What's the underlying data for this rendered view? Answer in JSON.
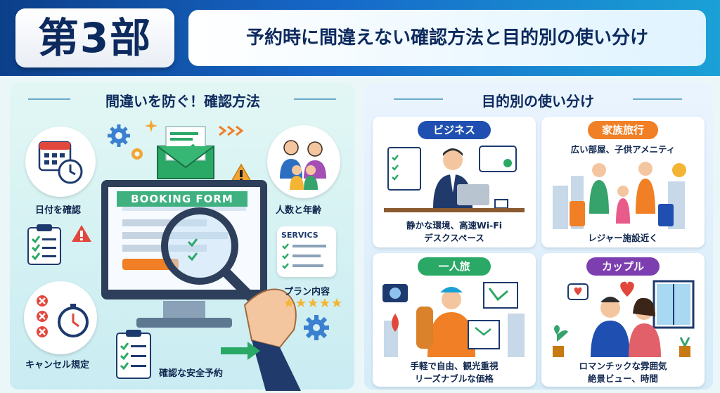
{
  "header": {
    "badge": "第3部",
    "title": "予約時に間違えない確認方法と目的別の使い分け"
  },
  "left": {
    "title": "間違いを防ぐ！確認方法",
    "labels": {
      "date": "日付を確認",
      "people": "人数と年齢",
      "plan": "プラン内容",
      "cancel": "キャンセル規定",
      "safe": "確認な安全予約"
    },
    "monitor_banner": "BOOKING FORM",
    "services_card": "SERVICS"
  },
  "right": {
    "title": "目的別の使い分け",
    "cards": [
      {
        "key": "business",
        "label": "ビジネス",
        "desc1": "静かな環境、高速Wi-Fi",
        "desc2": "デスクスペース",
        "color": "#1f4fb0"
      },
      {
        "key": "family",
        "label": "家族旅行",
        "desc1": "広い部屋、子供アメニティ",
        "desc2": "レジャー施設近く",
        "color": "#f07f25"
      },
      {
        "key": "solo",
        "label": "一人旅",
        "desc1": "手軽で自由、観光重視",
        "desc2": "リーズナブルな価格",
        "color": "#2aa865"
      },
      {
        "key": "couple",
        "label": "カップル",
        "desc1": "ロマンチックな雰囲気",
        "desc2": "絶景ビュー、時間",
        "color": "#7d3fb0"
      }
    ]
  },
  "colors": {
    "navy": "#0d2a5e",
    "accent": "#1aa1d6",
    "green": "#2aa865",
    "orange": "#f07f25",
    "purple": "#7d3fb0"
  }
}
